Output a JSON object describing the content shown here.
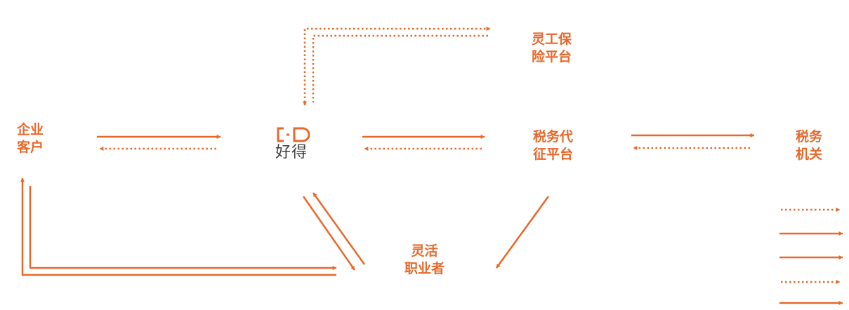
{
  "colors": {
    "accent": "#e8682a",
    "logo_text": "#3f3f3f"
  },
  "logo": {
    "name": "haode-logo",
    "text": "好得"
  },
  "nodes": {
    "enterprise": {
      "line1": "企业",
      "line2": "客户"
    },
    "insurance": {
      "line1": "灵工保",
      "line2": "险平台"
    },
    "tax_platform": {
      "line1": "税务代",
      "line2": "征平台"
    },
    "tax_authority": {
      "line1": "税务",
      "line2": "机关"
    },
    "freelancer": {
      "line1": "灵活",
      "line2": "职业者"
    }
  }
}
